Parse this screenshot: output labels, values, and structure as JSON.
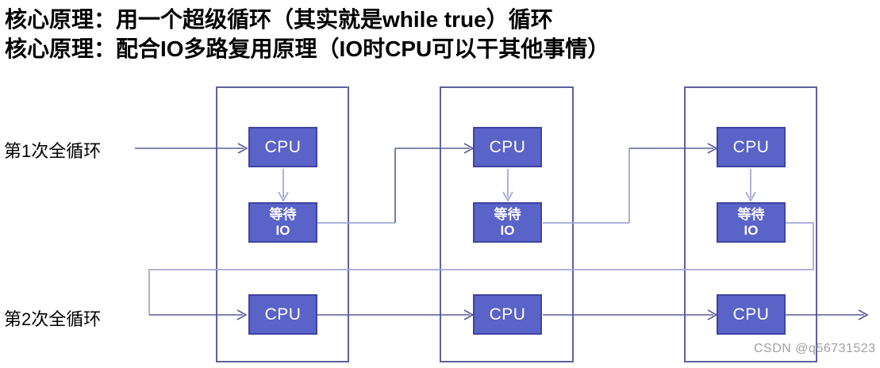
{
  "header": {
    "line1": "核心原理：用一个超级循环（其实就是while true）循环",
    "line2": "核心原理：配合IO多路复用原理（IO时CPU可以干其他事情）"
  },
  "diagram": {
    "loop_labels": [
      {
        "label": "第1次全循环"
      },
      {
        "label": "第2次全循环"
      }
    ],
    "columns": [
      {
        "cpu_top": "CPU",
        "wait_line1": "等待",
        "wait_line2": "IO",
        "cpu_bottom": "CPU"
      },
      {
        "cpu_top": "CPU",
        "wait_line1": "等待",
        "wait_line2": "IO",
        "cpu_bottom": "CPU"
      },
      {
        "cpu_top": "CPU",
        "wait_line1": "等待",
        "wait_line2": "IO",
        "cpu_bottom": "CPU"
      }
    ],
    "colors": {
      "box_fill": "#5a63c7",
      "box_border": "#3e44a1",
      "container_border": "#5c619e",
      "line_dark": "#585d99",
      "line_light": "#a3a8d8"
    }
  },
  "watermark": {
    "text": "CSDN @q56731523",
    "color": "#9fa0a2"
  }
}
